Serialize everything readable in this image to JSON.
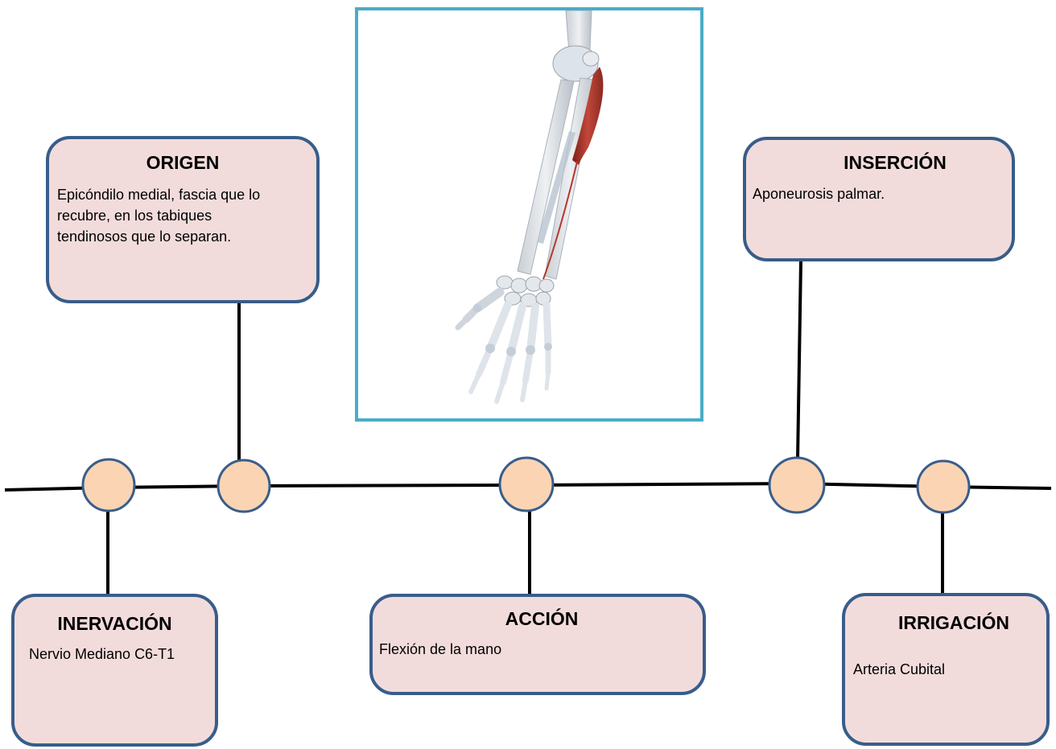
{
  "colors": {
    "box_fill": "#f2dcdb",
    "box_border": "#385d8a",
    "node_fill": "#fbd4b4",
    "node_border": "#385d8a",
    "line": "#000000",
    "image_frame": "#4bacc6",
    "muscle": "#b5372c"
  },
  "image": {
    "icon": "forearm-muscle-illustration"
  },
  "boxes": {
    "origin": {
      "title": "ORIGEN",
      "lines": [
        "Epicóndilo medial, fascia que lo",
        "recubre, en los tabiques",
        "tendinosos que lo separan."
      ]
    },
    "insertion": {
      "title": "INSERCIÓN",
      "text": "Aponeurosis palmar."
    },
    "innervation": {
      "title": "INERVACIÓN",
      "text": "Nervio Mediano C6-T1"
    },
    "action": {
      "title": "ACCIÓN",
      "text": "Flexión de la mano"
    },
    "irrigation": {
      "title": "IRRIGACIÓN",
      "text": "Arteria Cubital"
    }
  }
}
